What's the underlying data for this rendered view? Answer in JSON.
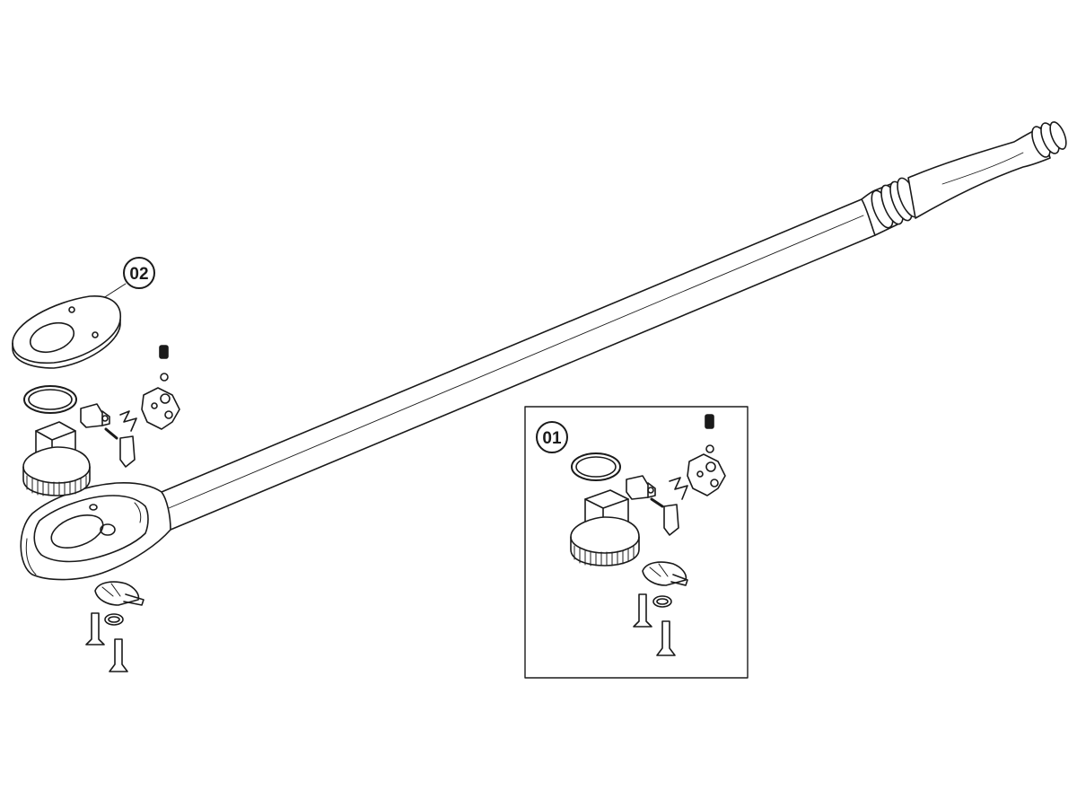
{
  "diagram": {
    "callouts": [
      {
        "id": "part-01",
        "label": "01"
      },
      {
        "id": "part-02",
        "label": "02"
      }
    ],
    "colors": {
      "line": "#1a1a1a",
      "background": "#ffffff",
      "fill": "#ffffff"
    }
  }
}
